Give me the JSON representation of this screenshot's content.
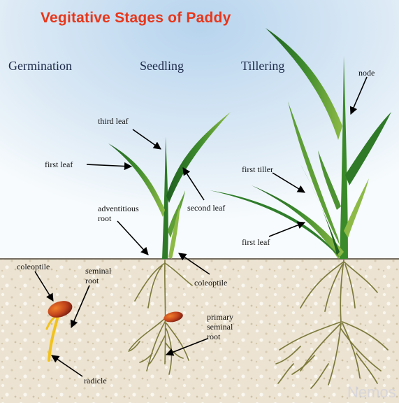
{
  "title": "Vegitative Stages of Paddy",
  "stages": {
    "germination": "Germination",
    "seedling": "Seedling",
    "tillering": "Tillering"
  },
  "labels": {
    "third_leaf": "third leaf",
    "first_leaf_seedling": "first leaf",
    "adventitious_root_line1": "adventitious",
    "adventitious_root_line2": "root",
    "second_leaf": "second leaf",
    "coleoptile_seedling": "coleoptile",
    "primary_seminal_root_line1": "primary",
    "primary_seminal_root_line2": "seminal",
    "primary_seminal_root_line3": "root",
    "coleoptile_germination": "coleoptile",
    "seminal_root_line1": "seminal",
    "seminal_root_line2": "root",
    "radicle": "radicle",
    "node": "node",
    "first_tiller": "first tiller",
    "first_leaf_tillering": "first leaf"
  },
  "watermark": "Nemos",
  "colors": {
    "title": "#e8361a",
    "sky": "#c9def0",
    "soil": "#ede4d4",
    "leaf_dark": "#1f5f20",
    "leaf_light": "#7fae3c",
    "root": "#7d7a3c",
    "seed": "#b5341c"
  }
}
